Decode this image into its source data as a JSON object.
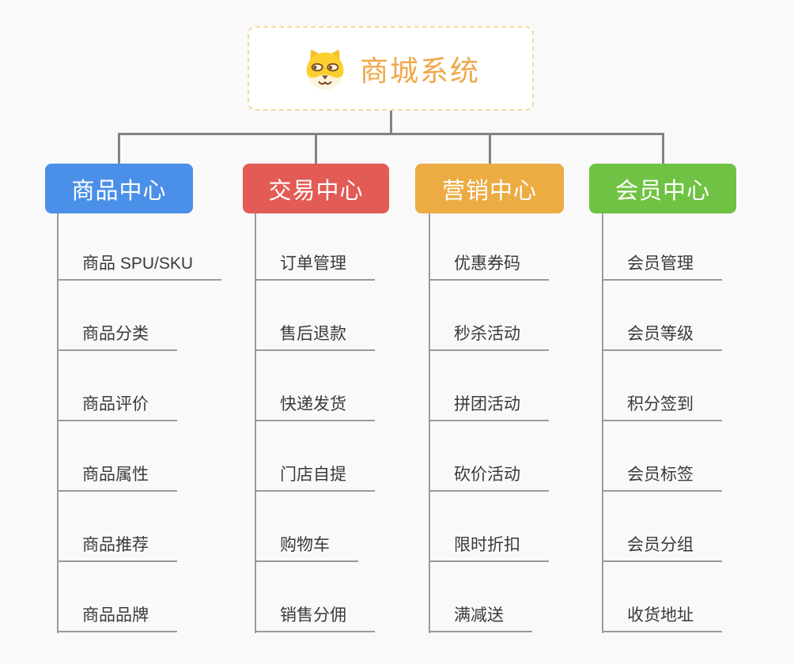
{
  "page": {
    "background_color": "#f9f9f9",
    "connector_color": "#828282",
    "underline_color": "#9a9a9a",
    "subtopic_text_color": "#3a3a3a"
  },
  "root": {
    "title": "商城系统",
    "icon": "dog-face-icon",
    "title_color": "#efa848",
    "border_color": "#f5d8a0",
    "background": "#ffffff"
  },
  "branches": [
    {
      "label": "商品中心",
      "color": "#4a90e8",
      "children": [
        "商品 SPU/SKU",
        "商品分类",
        "商品评价",
        "商品属性",
        "商品推荐",
        "商品品牌"
      ]
    },
    {
      "label": "交易中心",
      "color": "#e25b55",
      "children": [
        "订单管理",
        "售后退款",
        "快递发货",
        "门店自提",
        "购物车",
        "销售分佣"
      ]
    },
    {
      "label": "营销中心",
      "color": "#ecab43",
      "children": [
        "优惠券码",
        "秒杀活动",
        "拼团活动",
        "砍价活动",
        "限时折扣",
        "满减送"
      ]
    },
    {
      "label": "会员中心",
      "color": "#6fc243",
      "children": [
        "会员管理",
        "会员等级",
        "积分签到",
        "会员标签",
        "会员分组",
        "收货地址"
      ]
    }
  ]
}
